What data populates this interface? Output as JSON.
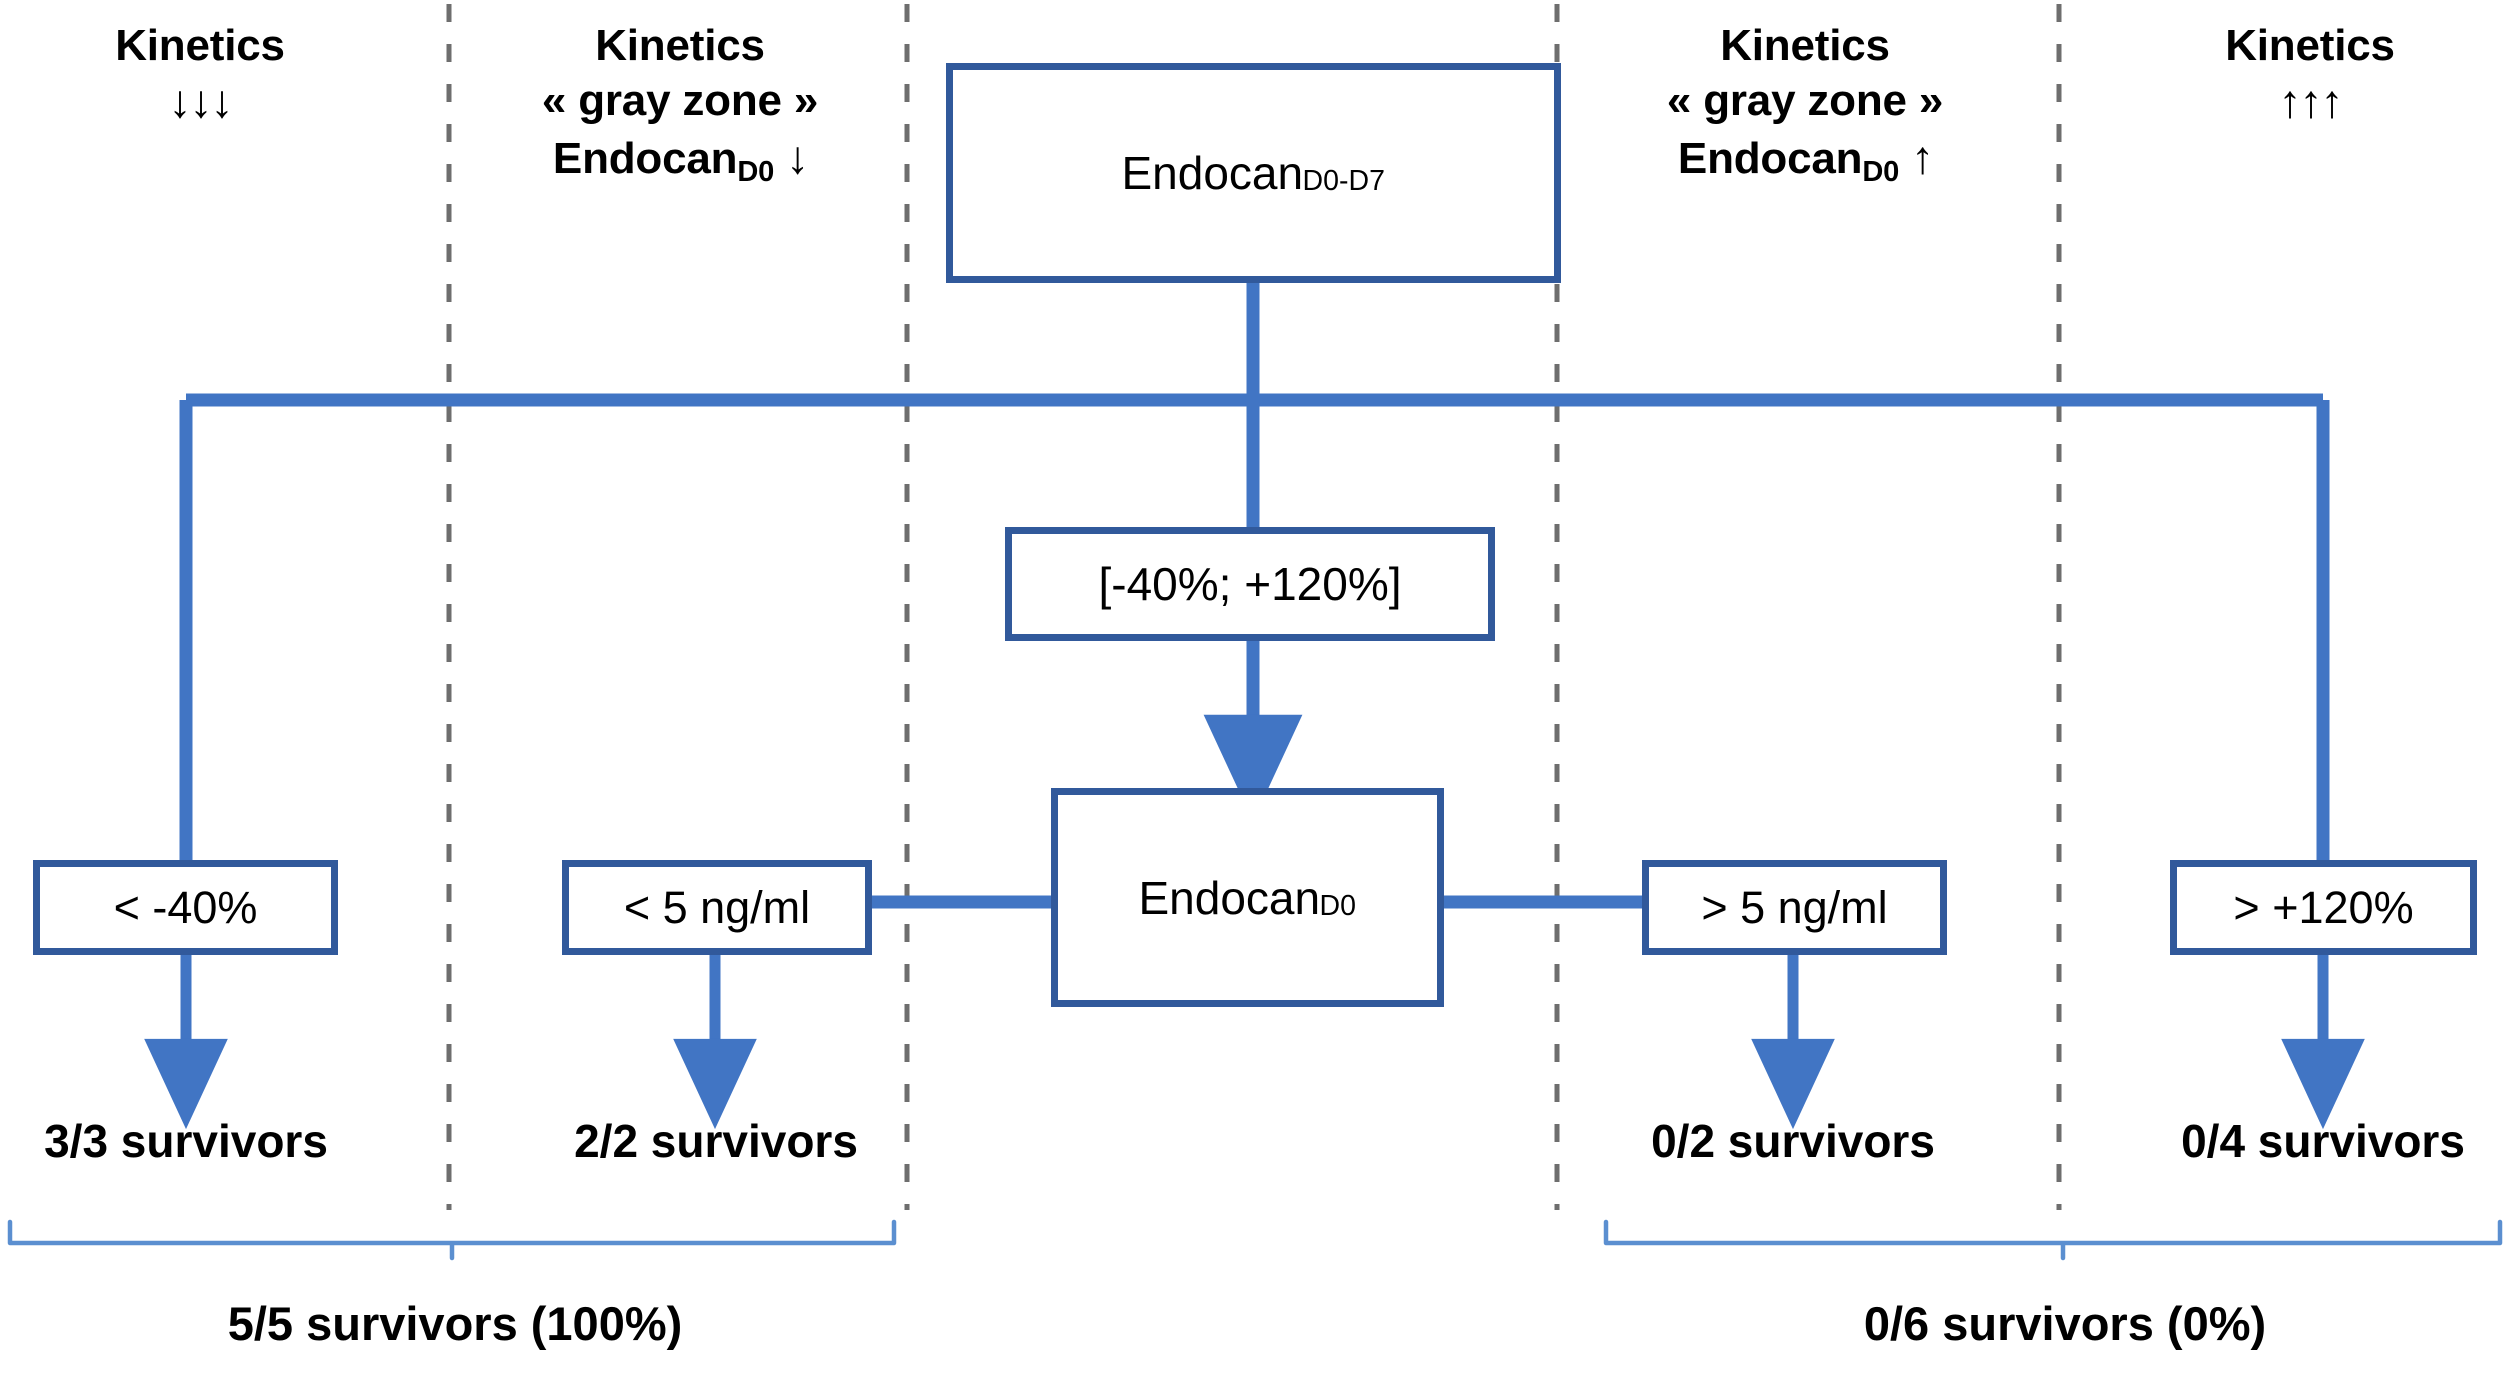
{
  "figure": {
    "type": "flowchart",
    "accent_color": "#31599B",
    "connector_color": "#4175C4",
    "bracket_color": "#5B8FD0",
    "divider_color": "#6E6E6E",
    "background": "#ffffff"
  },
  "columns": [
    {
      "id": "kinetics-strong-down",
      "header_line1": "Kinetics",
      "header_line2": "↓↓↓",
      "header_line3": "",
      "criterion": "< -40%",
      "outcome": "3/3 survivors"
    },
    {
      "id": "gray-zone-endocan-down",
      "header_line1": "Kinetics",
      "header_line2": "« gray zone »",
      "header_line3": "Endocan_D0 ↓",
      "header_line3_main": "Endocan",
      "header_line3_sub": "D0",
      "header_line3_arrow": "↓",
      "criterion": "< 5 ng/ml",
      "outcome": "2/2 survivors"
    },
    {
      "id": "center",
      "header_line1": "",
      "header_line2": "",
      "header_line3": "",
      "criterion": "",
      "outcome": ""
    },
    {
      "id": "gray-zone-endocan-up",
      "header_line1": "Kinetics",
      "header_line2": "« gray zone »",
      "header_line3": "Endocan_D0 ↑",
      "header_line3_main": "Endocan",
      "header_line3_sub": "D0",
      "header_line3_arrow": "↑",
      "criterion": "> 5 ng/ml",
      "outcome": "0/2 survivors"
    },
    {
      "id": "kinetics-strong-up",
      "header_line1": "Kinetics",
      "header_line2": "↑↑↑",
      "header_line3": "",
      "criterion": "> +120%",
      "outcome": "0/4 survivors"
    }
  ],
  "nodes": {
    "root": {
      "main": "Endocan",
      "sub": "D0-D7"
    },
    "range": {
      "main": "[-40%; +120%]"
    },
    "endocan_d0": {
      "main": "Endocan",
      "sub": "D0"
    }
  },
  "summaries": [
    {
      "id": "left-summary",
      "label": "5/5 survivors (100%)"
    },
    {
      "id": "right-summary",
      "label": "0/6 survivors (0%)"
    }
  ]
}
